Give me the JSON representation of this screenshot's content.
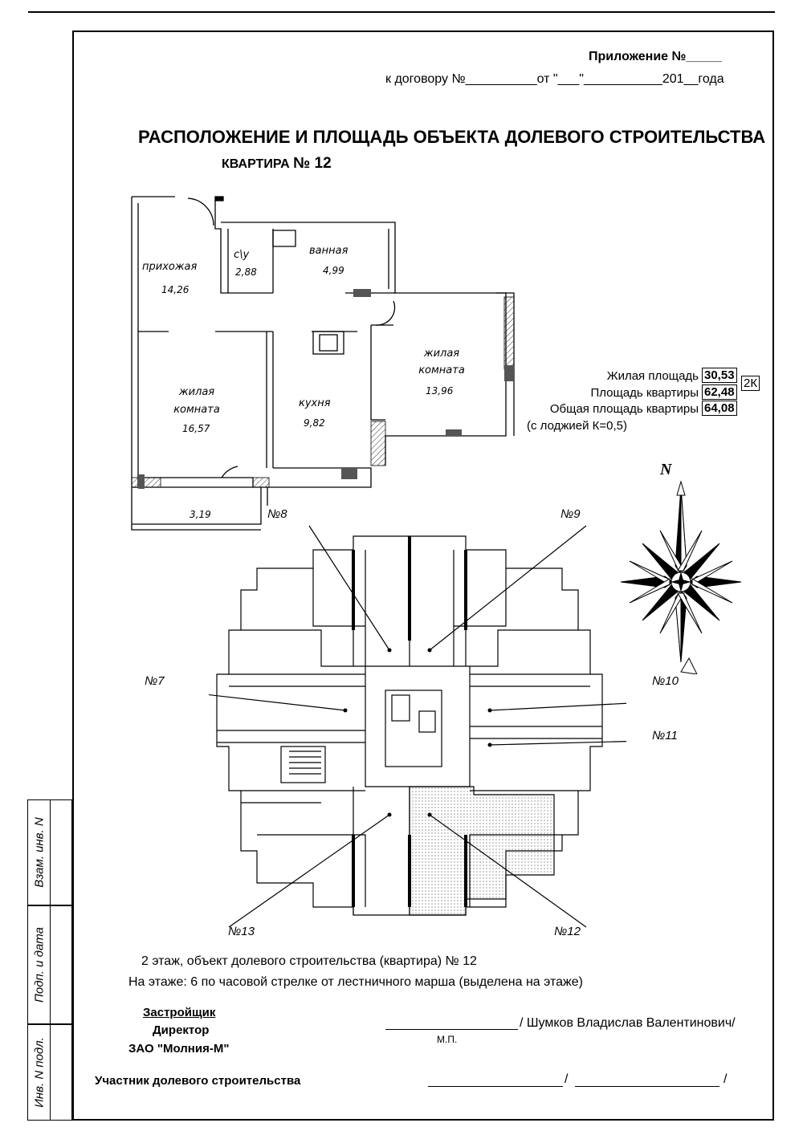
{
  "header": {
    "appendix": "Приложение №_____",
    "contract_line": "к договору №__________от \"___\"___________201__года"
  },
  "title": "РАСПОЛОЖЕНИЕ И ПЛОЩАДЬ ОБЪЕКТА ДОЛЕВОГО СТРОИТЕЛЬСТВА",
  "apartment": {
    "label": "КВАРТИРА",
    "number": "№ 12"
  },
  "rooms": [
    {
      "name": "прихожая",
      "area": "14,26"
    },
    {
      "name": "с\\у",
      "area": "2,88"
    },
    {
      "name": "ванная",
      "area": "4,99"
    },
    {
      "name": "жилая комната",
      "area": "13,96"
    },
    {
      "name": "жилая комната",
      "area": "16,57"
    },
    {
      "name": "кухня",
      "area": "9,82"
    },
    {
      "name": "",
      "area": "3,19"
    }
  ],
  "areas": {
    "living_label": "Жилая площадь",
    "living_value": "30,53",
    "type_badge": "2К",
    "apartment_label": "Площадь квартиры",
    "apartment_value": "62,48",
    "total_label": "Общая площадь квартиры",
    "total_value": "64,08",
    "note": "(с лоджией К=0,5)"
  },
  "compass": {
    "north": "N"
  },
  "floor_plan": {
    "labels": [
      "№8",
      "№9",
      "№7",
      "№10",
      "№11",
      "№13",
      "№12"
    ],
    "highlighted": "№12"
  },
  "floor_info": {
    "line1": "2 этаж, объект долевого строительства (квартира) № 12",
    "line2": "На этаже:  6 по часовой стрелке от лестничного марша (выделена на этаже)"
  },
  "signatures": {
    "developer_label": "Застройщик",
    "director_label": "Директор",
    "company": "ЗАО \"Молния-М\"",
    "developer_sign": "/ Шумков Владислав Валентинович/",
    "stamp": "М.П.",
    "participant_label": "Участник долевого строительства",
    "participant_sep": "/",
    "participant_end": "/"
  },
  "sidebar": {
    "cell1": "Взам. инв. N",
    "cell2": "Подп. и дата",
    "cell3": "Инв. N подл."
  }
}
